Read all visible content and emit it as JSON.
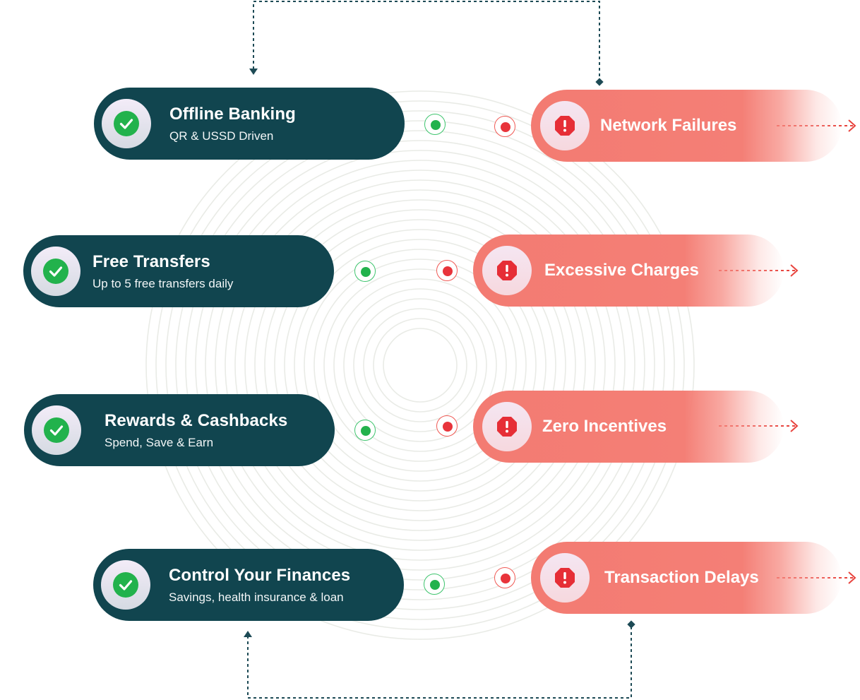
{
  "benefits": [
    {
      "title": "Offline Banking",
      "subtitle": "QR & USSD Driven"
    },
    {
      "title": "Free Transfers",
      "subtitle": "Up to 5 free transfers daily"
    },
    {
      "title": "Rewards & Cashbacks",
      "subtitle": "Spend, Save & Earn"
    },
    {
      "title": "Control Your Finances",
      "subtitle": "Savings, health insurance & loan"
    }
  ],
  "problems": [
    {
      "title": "Network Failures"
    },
    {
      "title": "Excessive Charges"
    },
    {
      "title": "Zero Incentives"
    },
    {
      "title": "Transaction Delays"
    }
  ],
  "icons": {
    "benefit_badge": "check-circle-icon",
    "problem_badge": "alert-octagon-icon",
    "problem_arrow": "dashed-arrow-right-icon"
  },
  "colors": {
    "benefit_bg": "#11454f",
    "problem_bg": "#f47f76",
    "success": "#22b24c",
    "danger": "#e8343b",
    "connector": "#1d4a55"
  }
}
